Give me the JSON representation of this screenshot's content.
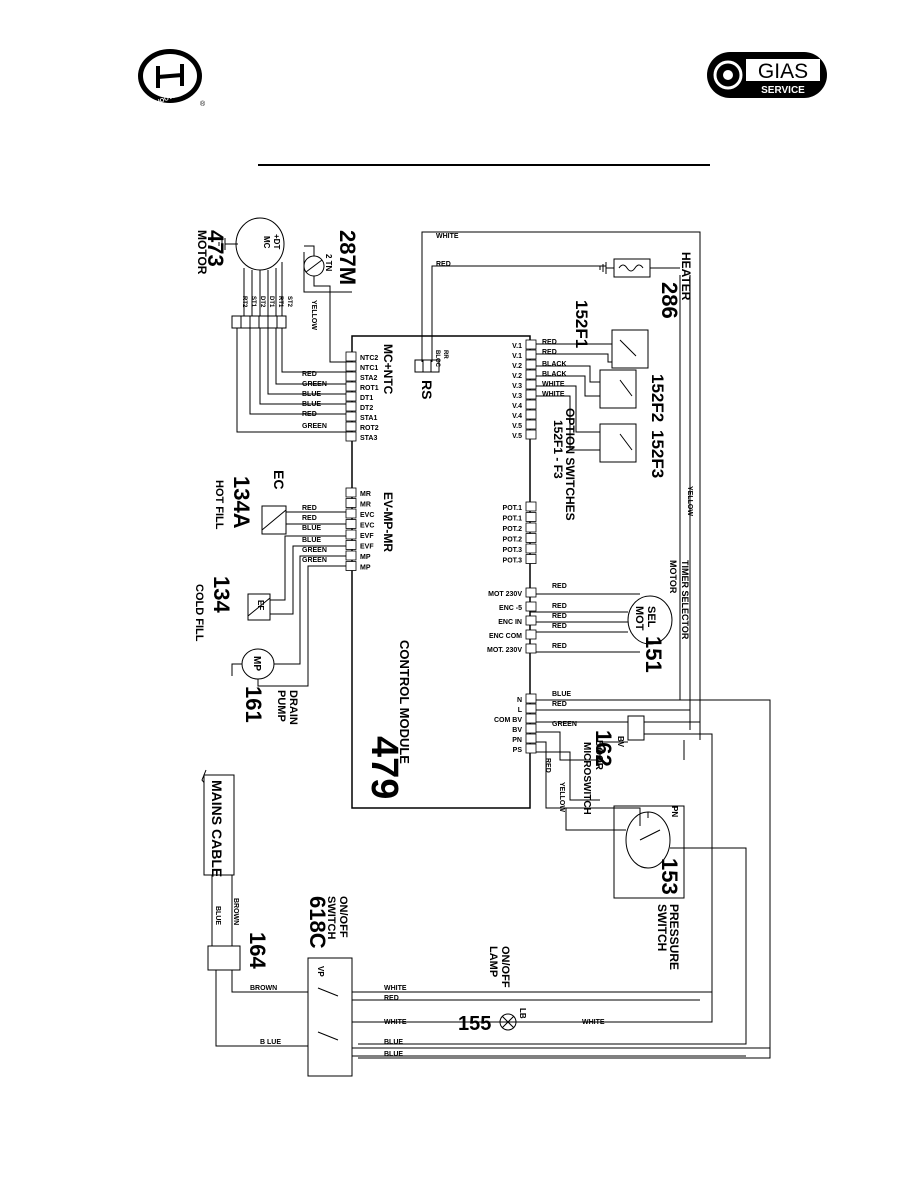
{
  "header": {
    "brand_logo_text": "HOOVER",
    "service_logo_main": "GIAS",
    "service_logo_sub": "SERVICE",
    "registered_mark": "®"
  },
  "components": {
    "motor": {
      "code": "473",
      "name": "MOTOR",
      "symbol": "MC",
      "sub": "+DT"
    },
    "ntc": {
      "code": "287M",
      "sub": "2 TN"
    },
    "heater": {
      "code": "286",
      "name": "HEATER"
    },
    "opt1": {
      "code": "152F1"
    },
    "opt2": {
      "code": "152F2"
    },
    "opt3": {
      "code": "152F3"
    },
    "option_switches": {
      "title": "OPTION SWITCHES",
      "sub": "152F1 - F3"
    },
    "rs": {
      "code": "RS"
    },
    "hot_fill": {
      "code": "134A",
      "name": "HOT FILL",
      "symbol": "EC"
    },
    "cold_fill": {
      "code": "134",
      "name": "COLD FILL",
      "symbol": "EF"
    },
    "drain_pump": {
      "code": "161",
      "name1": "DRAIN",
      "name2": "PUMP",
      "symbol": "MP"
    },
    "control_module": {
      "code": "479",
      "name": "CONTROL MODULE",
      "group1": "MC+NTC",
      "group2": "EV-MP-MR"
    },
    "timer_motor": {
      "code": "151",
      "name1": "TIMER SELECTOR",
      "name2": "MOTOR",
      "symbol1": "SEL",
      "symbol2": "MOT"
    },
    "door_switch": {
      "code": "162",
      "name1": "DOOR",
      "name2": "MICROSWITCH",
      "symbol": "BV"
    },
    "pressure_switch": {
      "code": "153",
      "name1": "PRESSURE",
      "name2": "SWITCH",
      "symbol": "PN"
    },
    "mains": {
      "name": "MAINS CABLE"
    },
    "filter": {
      "code": "164"
    },
    "onoff": {
      "code": "618C",
      "name1": "ON/OFF",
      "name2": "SWITCH",
      "symbol": "VP"
    },
    "lamp": {
      "code": "155",
      "name1": "ON/OFF",
      "name2": "LAMP",
      "symbol": "LB"
    }
  },
  "pins": {
    "motor_ntc": [
      "NTC2",
      "NTC1",
      "STA2",
      "ROT1",
      "DT1",
      "DT2",
      "STA1",
      "ROT2",
      "STA3"
    ],
    "valves": [
      "MR",
      "MR",
      "EVC",
      "EVC",
      "EVF",
      "EVF",
      "MP",
      "MP"
    ],
    "options": [
      "V.1",
      "V.1",
      "V.2",
      "V.2",
      "V.3",
      "V.3",
      "V.4",
      "V.4",
      "V.5",
      "V.5"
    ],
    "pots": [
      "POT.1",
      "POT.1",
      "POT.2",
      "POT.2",
      "POT.3",
      "POT.3"
    ],
    "timer": [
      "MOT 230V",
      "ENC -5",
      "ENC IN",
      "ENC COM",
      "MOT. 230V"
    ],
    "power": [
      "N",
      "L",
      "COM BV",
      "BV",
      "PN",
      "PS"
    ]
  },
  "wires": {
    "motor_ntc": [
      "RED",
      "GREEN",
      "BLUE",
      "BLUE",
      "RED",
      "GREEN"
    ],
    "valves": [
      "RED",
      "RED",
      "BLUE",
      "BLUE",
      "GREEN",
      "GREEN"
    ],
    "options": [
      "RED",
      "RED",
      "BLACK",
      "BLACK",
      "WHITE",
      "WHITE"
    ],
    "timer": [
      "RED",
      "RED",
      "RED",
      "RED",
      "RED"
    ],
    "power": [
      "BLUE",
      "RED",
      "GREEN",
      "RED",
      "YELLOW"
    ],
    "top_white": "WHITE",
    "top_red": "RED",
    "right_yellow": "YELLOW",
    "ntc_yellow": "YELLOW",
    "mains_brown": "BROWN",
    "mains_blue": "BLUE",
    "switch_wires": [
      "WHITE",
      "RED",
      "WHITE",
      "BLUE",
      "BLUE"
    ],
    "switch_brown": "BROWN",
    "switch_blue": "B LUE",
    "lamp_white": "WHITE"
  },
  "motor_terminals": [
    "ST2",
    "RT1",
    "DT1",
    "DT2",
    "ST1",
    "RT2"
  ],
  "rs_pins": [
    "RR",
    "BLOC"
  ],
  "colors": {
    "line": "#000000",
    "background": "#ffffff"
  }
}
